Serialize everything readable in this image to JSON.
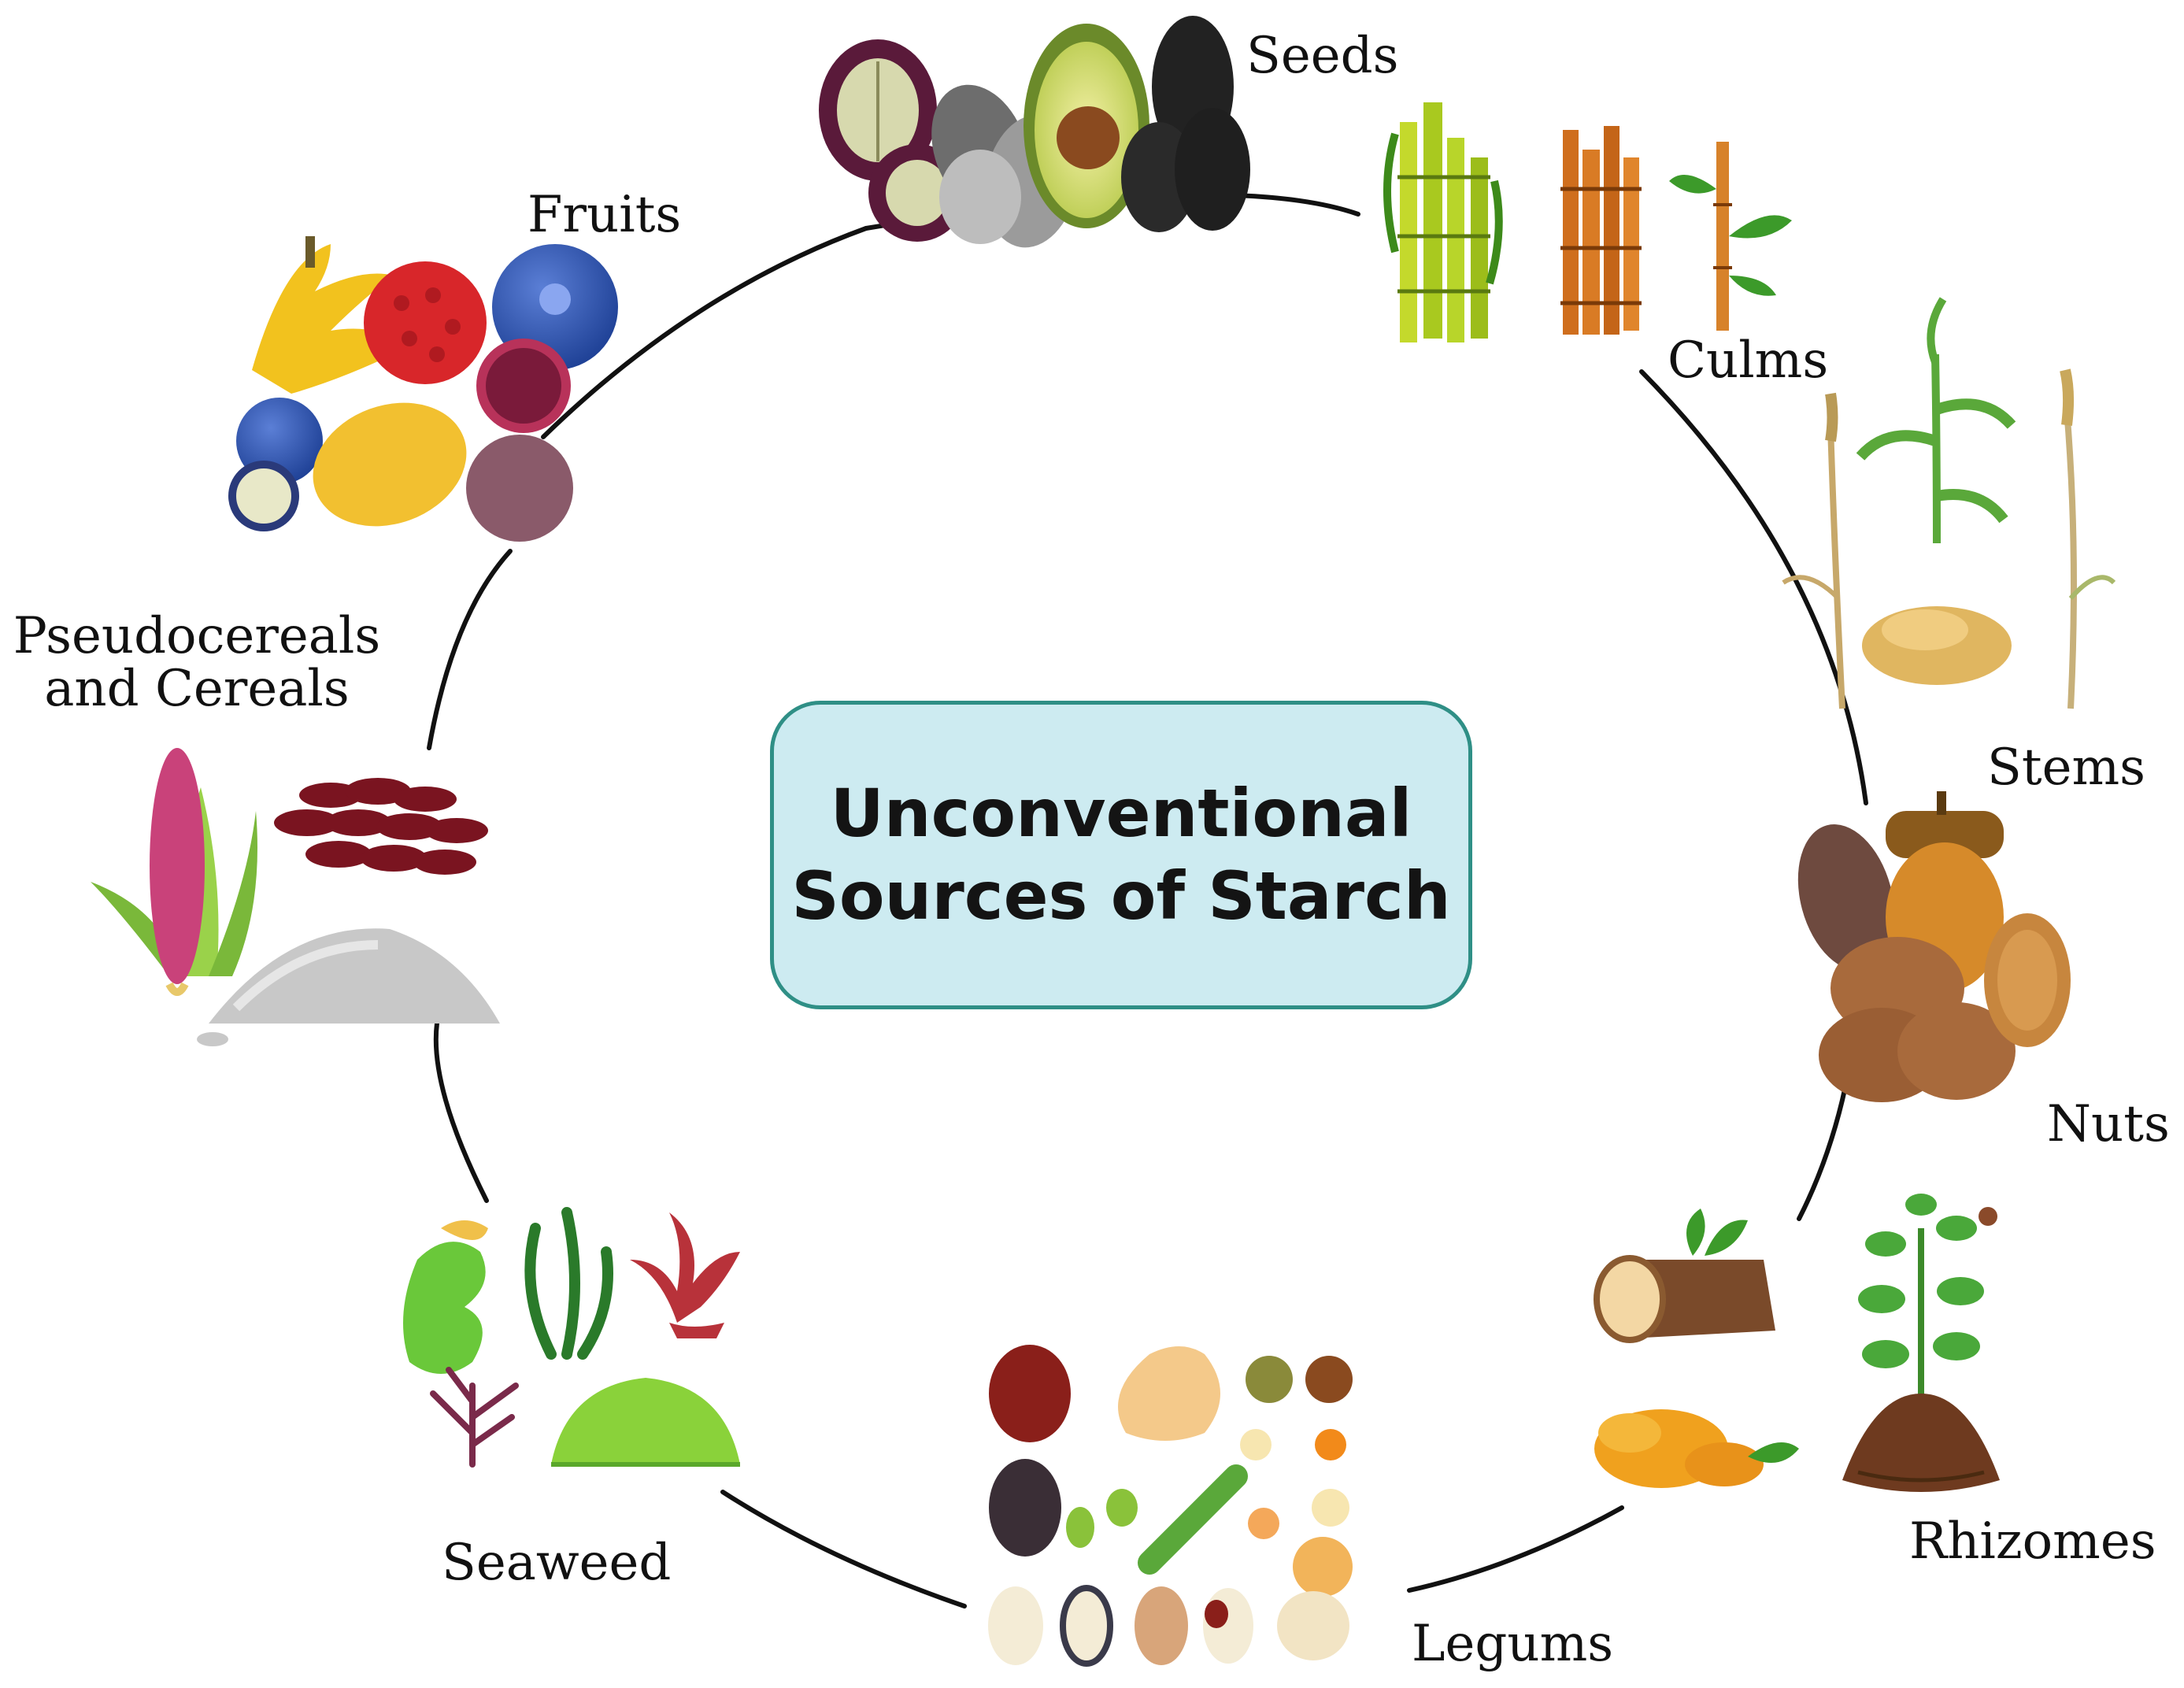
{
  "diagram": {
    "center": {
      "title": "Unconventional\nSources of Starch",
      "fill": "#cdebf1",
      "border": "#2f8f86"
    },
    "categories": [
      {
        "id": "seeds",
        "label": "Seeds",
        "icon": "seeds-icon"
      },
      {
        "id": "culms",
        "label": "Culms",
        "icon": "bamboo-culms-icon"
      },
      {
        "id": "stems",
        "label": "Stems",
        "icon": "grain-stems-icon"
      },
      {
        "id": "nuts",
        "label": "Nuts",
        "icon": "nuts-icon"
      },
      {
        "id": "rhizomes",
        "label": "Rhizomes",
        "icon": "rhizomes-icon"
      },
      {
        "id": "legums",
        "label": "Legums",
        "icon": "legumes-icon"
      },
      {
        "id": "seaweed",
        "label": "Seaweed",
        "icon": "seaweed-icon"
      },
      {
        "id": "cereals",
        "label": "Pseudocereals and Cereals",
        "icon": "corn-and-grains-icon"
      },
      {
        "id": "fruits",
        "label": "Fruits",
        "icon": "fruits-icon"
      }
    ],
    "ring_color": "#111111"
  }
}
